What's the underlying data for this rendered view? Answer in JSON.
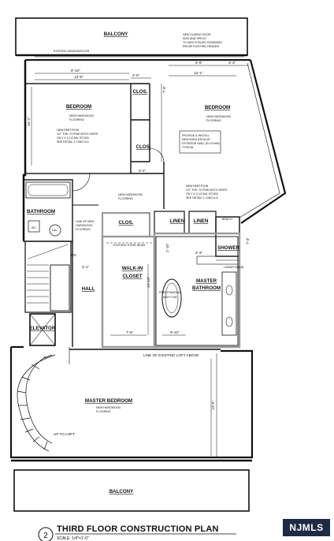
{
  "rooms": {
    "balcony_top": "BALCONY",
    "bedroom_left": "BEDROOM",
    "bedroom_right": "BEDROOM",
    "clos_1": "CLOS.",
    "clos_2": "CLOS.",
    "clos_3": "CLOS.",
    "bathroom": "BATHROOM",
    "linen_1": "LINEN",
    "linen_2": "LINEN",
    "bench": "BENCH",
    "shower": "SHOWER",
    "walk_in_1": "WALK-IN",
    "walk_in_2": "CLOSET",
    "master_bath_1": "MASTER",
    "master_bath_2": "BATHROOM",
    "hall": "HALL",
    "elevator": "ELEVATOR",
    "master_bedroom": "MASTER BEDROOM",
    "balcony_bottom": "BALCONY",
    "wc": "WC",
    "lav": "LAV",
    "tub_1": "FREESTANDING",
    "tub_2": "BATH TUB"
  },
  "notes": {
    "sliding_door": [
      "NEW SLIDING DOOR",
      "SIZE AND SPECS",
      "TO MATCH BLDG STANDARD",
      "REUSE EXISTING HEADER"
    ],
    "existing_window": "EXISTING WINDOW/DOOR",
    "new_hardwood": "NEW HARDWOOD",
    "flooring": "FLOORING",
    "partition_left": [
      "NEW PARTITION",
      "1/2\" THK. GYP.BD BOTH SIDES",
      "ON 2 X 3 1/2 MIL STUDS",
      "SEE DETAIL 2, DWG A-5"
    ],
    "insulation": [
      "PROVIDE & INSTALL",
      "NEW INSULATION AT",
      "EXTERIOR WALL (R-19 MIN)",
      "TYPICAL"
    ],
    "partition_right": [
      "NEW PARTITION",
      "1/2\" THK. GYP.BD BOTH SIDES",
      "ON 2 X 3 1/2 MIL STUDS",
      "SEE DETAIL 2, DWG A-5"
    ],
    "hall_flooring": [
      "NEW HARDWOOD",
      "FLOORING"
    ],
    "line_new_flooring": [
      "LINE OF NEW",
      "HARDWOOD",
      "FLOORING"
    ],
    "steel_beam": "EXISTING STEEL BEAM",
    "linear_drain": "LINEAR DRAIN",
    "dn": "DN",
    "loft_line": "LINE OF EXISTING LOFT ABOVE",
    "up_to_loft": "UP TO LOFT",
    "master_flooring": [
      "NEW HARDWOOD",
      "FLOORING"
    ]
  },
  "dimensions": {
    "d_9_10": "9'-10\"",
    "d_13_9": "13'-9\"",
    "d_2_0": "2'-0\"",
    "d_6_6": "6'-6\"",
    "d_3_3": "3'-3\"",
    "d_12_1": "12'-1\"",
    "d_15_2": "15'-2\"",
    "d_7_9": "7'-9\"",
    "d_3_4": "3'-4\"",
    "d_7_4": "7'-4\"",
    "d_3_1": "3'-1\"",
    "d_2_10": "2'-10\"",
    "d_3_4b": "3'-4\"",
    "d_14_10": "14'-10\"",
    "d_7_8": "7'-8\"",
    "d_14_0": "14'-0\"",
    "d_9_10b": "9'-10\""
  },
  "title": {
    "number": "2",
    "text": "THIRD FLOOR CONSTRUCTION PLAN",
    "scale": "SCALE: 1/4\"=1'-0\""
  },
  "logo": "NJMLS"
}
